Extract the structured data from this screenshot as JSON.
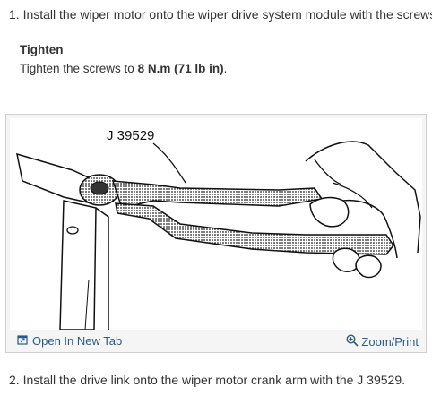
{
  "step1": {
    "number": "1.",
    "text": "Install the wiper motor onto the wiper drive system module with the screws."
  },
  "tighten": {
    "title": "Tighten",
    "text_before": "Tighten the screws to ",
    "torque": "8 N.m (71 lb in)",
    "text_after": "."
  },
  "figure": {
    "tool_label": "J 39529",
    "open_tab_label": "Open In New Tab",
    "open_tab_icon": "open-new-tab-icon",
    "zoom_label": "Zoom/Print",
    "zoom_icon": "magnifier-plus-icon",
    "link_color": "#2a5b86"
  },
  "step2": {
    "number": "2.",
    "text": "Install the drive link onto the wiper motor crank arm with the J 39529."
  }
}
